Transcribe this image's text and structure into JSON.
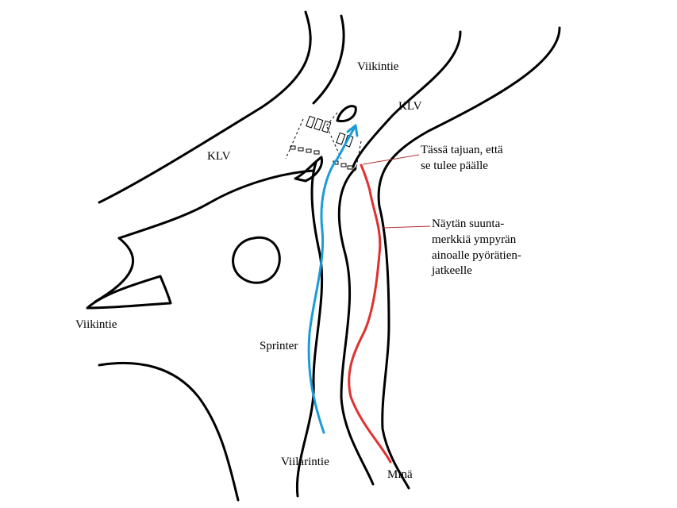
{
  "labels": {
    "viikintie_top": "Viikintie",
    "viikintie_left": "Viikintie",
    "klv_right": "KLV",
    "klv_left": "KLV",
    "viilarintie": "Viilarintie",
    "sprinter": "Sprinter",
    "mina": "Minä"
  },
  "annotations": {
    "realize": [
      "Tässä tajuan, että",
      "se tulee päälle"
    ],
    "signal": [
      "Näytän suunta-",
      "merkkiä ympyrän",
      "ainoalle pyörätien-",
      "jatkeelle"
    ]
  },
  "colors": {
    "sprinter": "#1b9bd8",
    "mina": "#e03030",
    "annotation_line": "#b03030",
    "road": "#000000"
  }
}
